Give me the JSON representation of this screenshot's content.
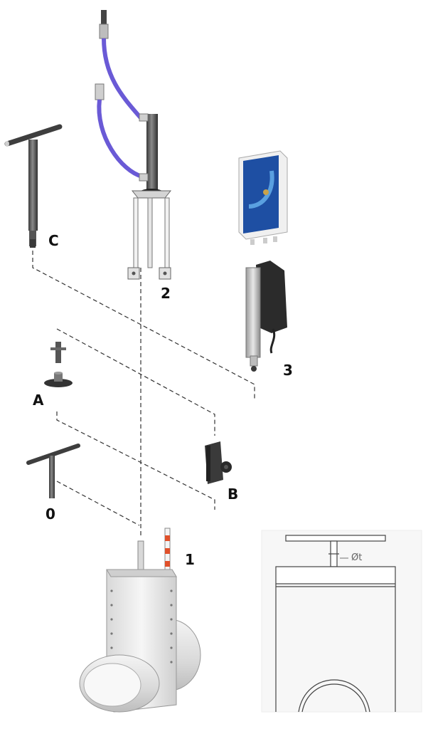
{
  "labels": {
    "c": "C",
    "two": "2",
    "three": "3",
    "a": "A",
    "zero": "0",
    "b": "B",
    "one": "1"
  },
  "detail": {
    "dimension": "Øt"
  },
  "colors": {
    "hose": "#6a5ad6",
    "dark_metal": "#4a4a4a",
    "box_blue": "#1e4fa3",
    "valve_body": "#e4e4e4",
    "indicator_red": "#e0502a"
  }
}
